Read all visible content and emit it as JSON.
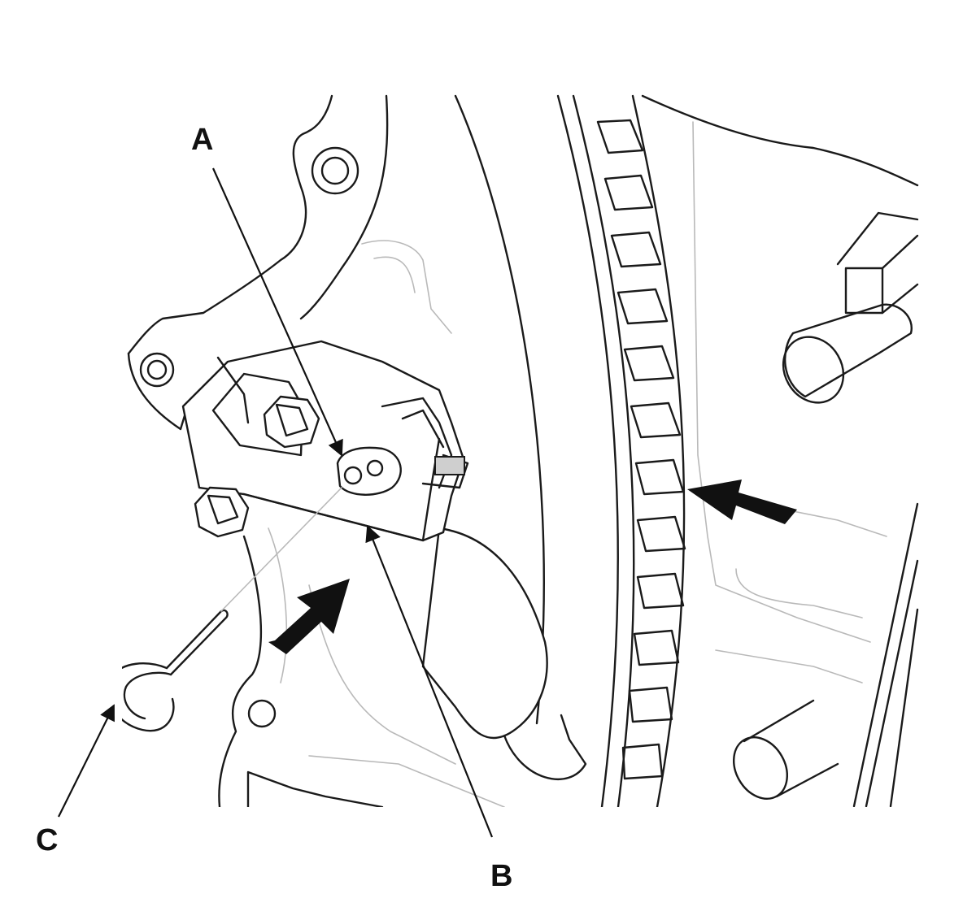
{
  "diagram": {
    "callouts": [
      {
        "id": "A",
        "text": "A"
      },
      {
        "id": "B",
        "text": "B"
      },
      {
        "id": "C",
        "text": "C"
      }
    ],
    "colors": {
      "line": "#1a1a1a",
      "hidden_line": "#b9b9b9",
      "arrow": "#111111",
      "background": "#ffffff"
    }
  }
}
